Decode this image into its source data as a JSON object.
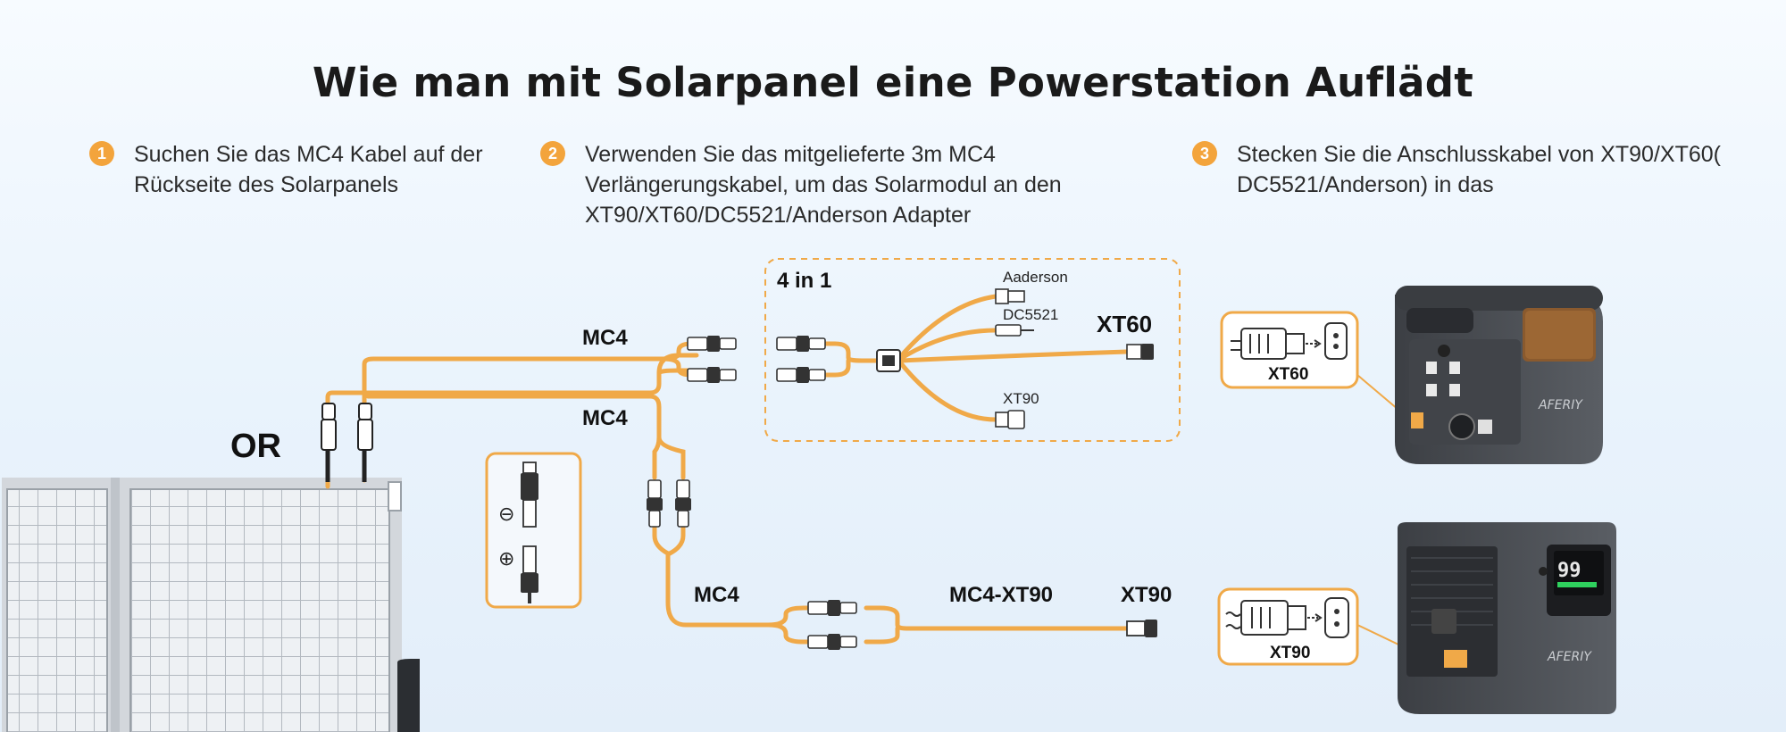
{
  "title": "Wie man mit Solarpanel eine Powerstation Auflädt",
  "steps": [
    {
      "num": "1",
      "text": "Suchen Sie das MC4 Kabel auf der Rückseite des Solarpanels"
    },
    {
      "num": "2",
      "text": "Verwenden Sie das mitgelieferte 3m MC4 Verlängerungskabel, um das Solarmodul an den XT90/XT60/DC5521/Anderson Adapter"
    },
    {
      "num": "3",
      "text": "Stecken Sie die Anschlusskabel von XT90/XT60( DC5521/Anderson) in das"
    }
  ],
  "labels": {
    "or": "OR",
    "mc4_top": "MC4",
    "mc4_mid": "MC4",
    "mc4_bottom": "MC4",
    "mc4_xt90": "MC4-XT90",
    "xt90_end": "XT90",
    "four_in_one": "4 in 1",
    "aaderson": "Aaderson",
    "dc5521": "DC5521",
    "xt60_out": "XT60",
    "xt90_small": "XT90",
    "inset_xt60": "XT60",
    "inset_xt90": "XT90",
    "minus": "⊖",
    "plus": "⊕",
    "brand_top": "AFERIY",
    "brand_bottom": "AFERIY",
    "display_value": "99"
  },
  "colors": {
    "cable": "#f0a948",
    "accent": "#f3a43c",
    "station": "#4a4d52",
    "station_dark": "#2f3236",
    "panel": "#c4c9cf"
  }
}
